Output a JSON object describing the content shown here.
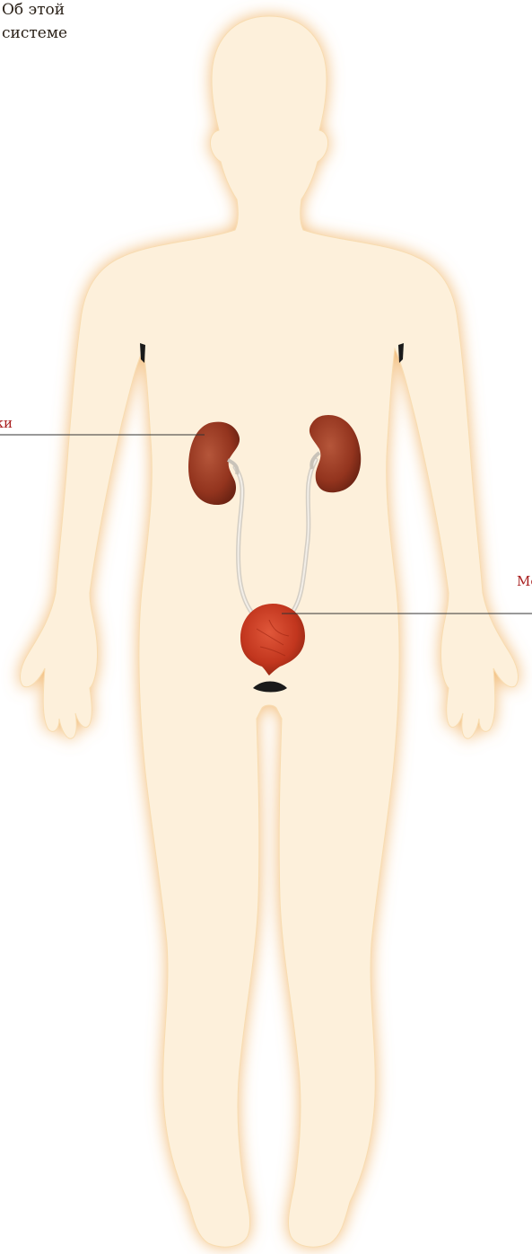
{
  "title": {
    "line1": "Об этой",
    "line2": "системе"
  },
  "labels": {
    "kidneys": "ки",
    "bladder": "Мо"
  },
  "colors": {
    "skin": "#fdecd2",
    "skin_glow": "#f7c98c",
    "organ": "#9a3a22",
    "bladder": "#c8381f",
    "label_text": "#a81e1e",
    "leader_line": "#333333",
    "ureter": "#c9c3b9"
  }
}
